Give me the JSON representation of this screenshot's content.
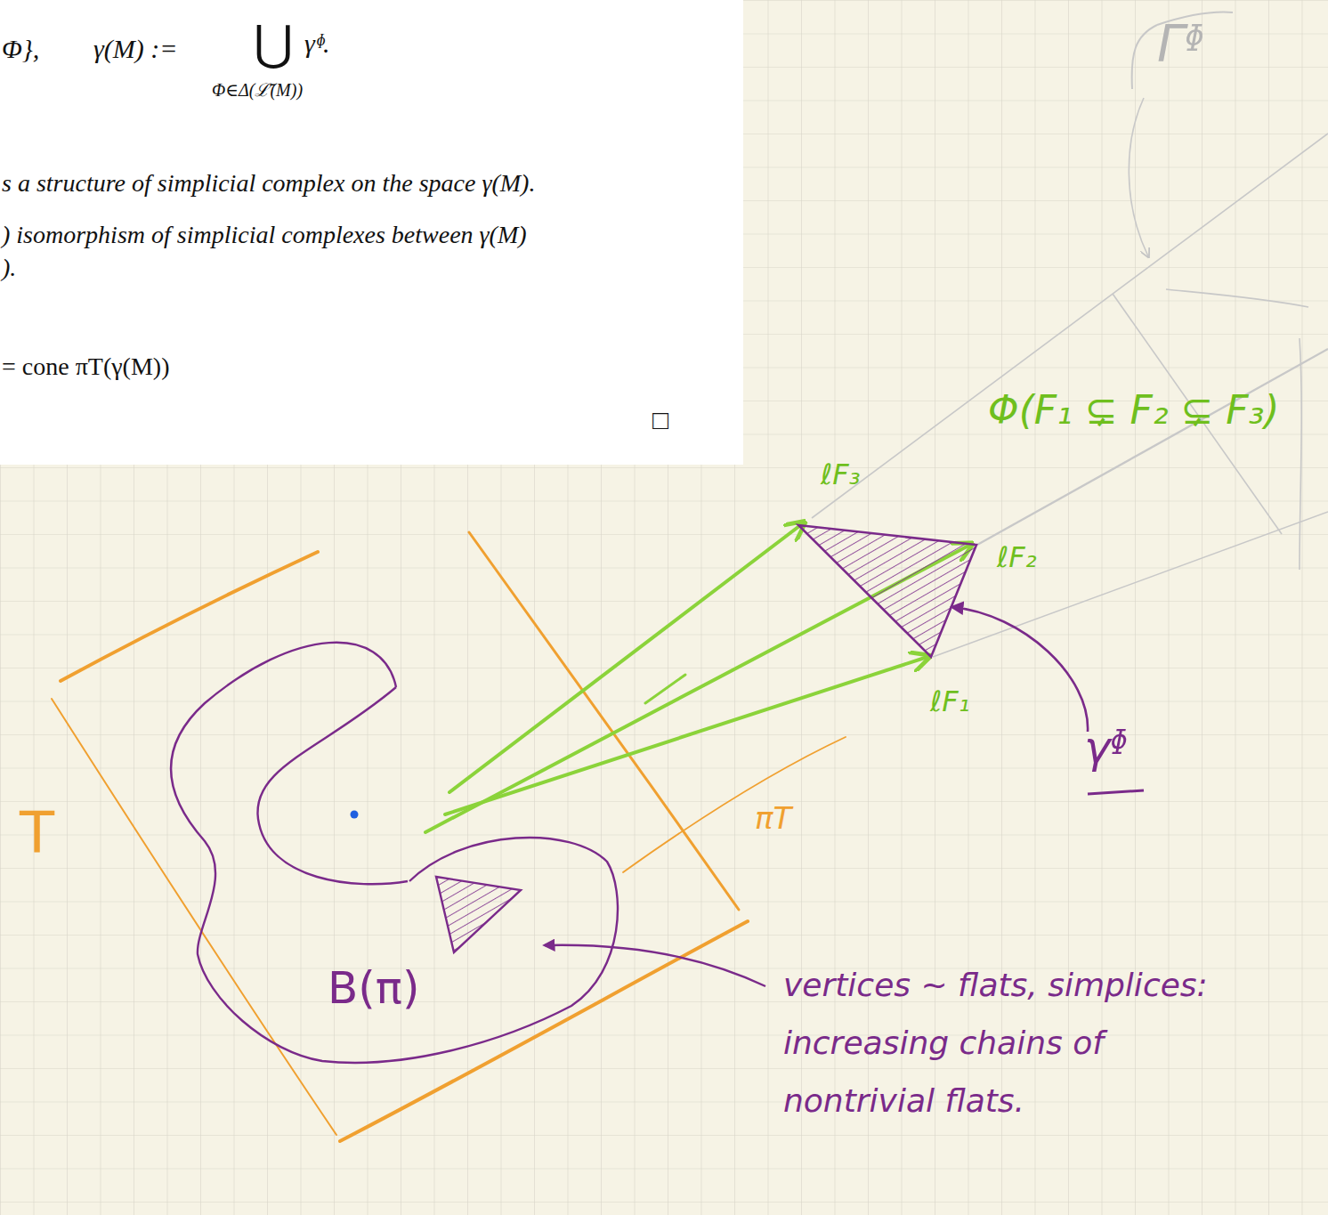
{
  "diagram": {
    "labels": [
      "Φ},",
      "γ(M) :=",
      "⋃",
      "γᶲ.",
      "Φ∈Δ(ℒ̄(M))",
      "s a structure of simplicial complex on the space γ(M).",
      ") isomorphism of simplicial complexes between γ(M)",
      ").",
      "= cone πT(γ(M))",
      "□",
      "Γᶲ",
      "Φ(F₁ ⊊ F₂ ⊊ F₃)",
      "ℓF₃",
      "ℓF₂",
      "ℓF₁",
      "γᶲ",
      "T",
      "πT",
      "B(π)",
      "vertices ~ flats, simplices: increasing chains of nontrivial flats."
    ]
  }
}
